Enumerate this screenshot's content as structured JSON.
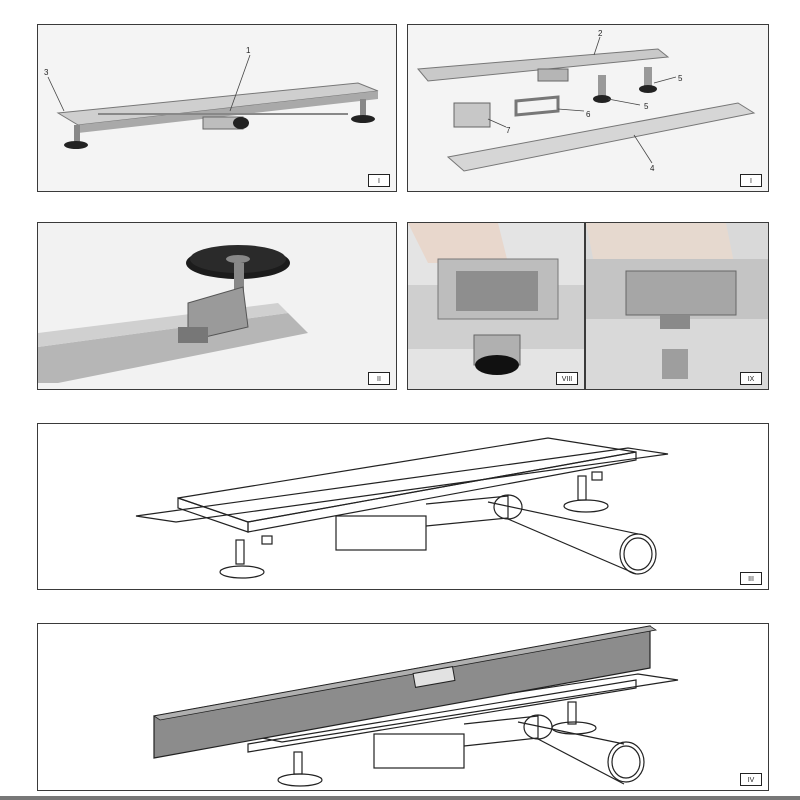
{
  "panels": {
    "p1": {
      "numeral": "I",
      "callouts": [
        "1",
        "3"
      ]
    },
    "p2": {
      "numeral": "I",
      "callouts": [
        "2",
        "5",
        "5",
        "7",
        "6",
        "4"
      ]
    },
    "p3": {
      "numeral": "II"
    },
    "p4": {
      "numeral": "VIII"
    },
    "p5": {
      "numeral": "IX"
    },
    "p6": {
      "numeral": "III"
    },
    "p7": {
      "numeral": "IV"
    }
  }
}
